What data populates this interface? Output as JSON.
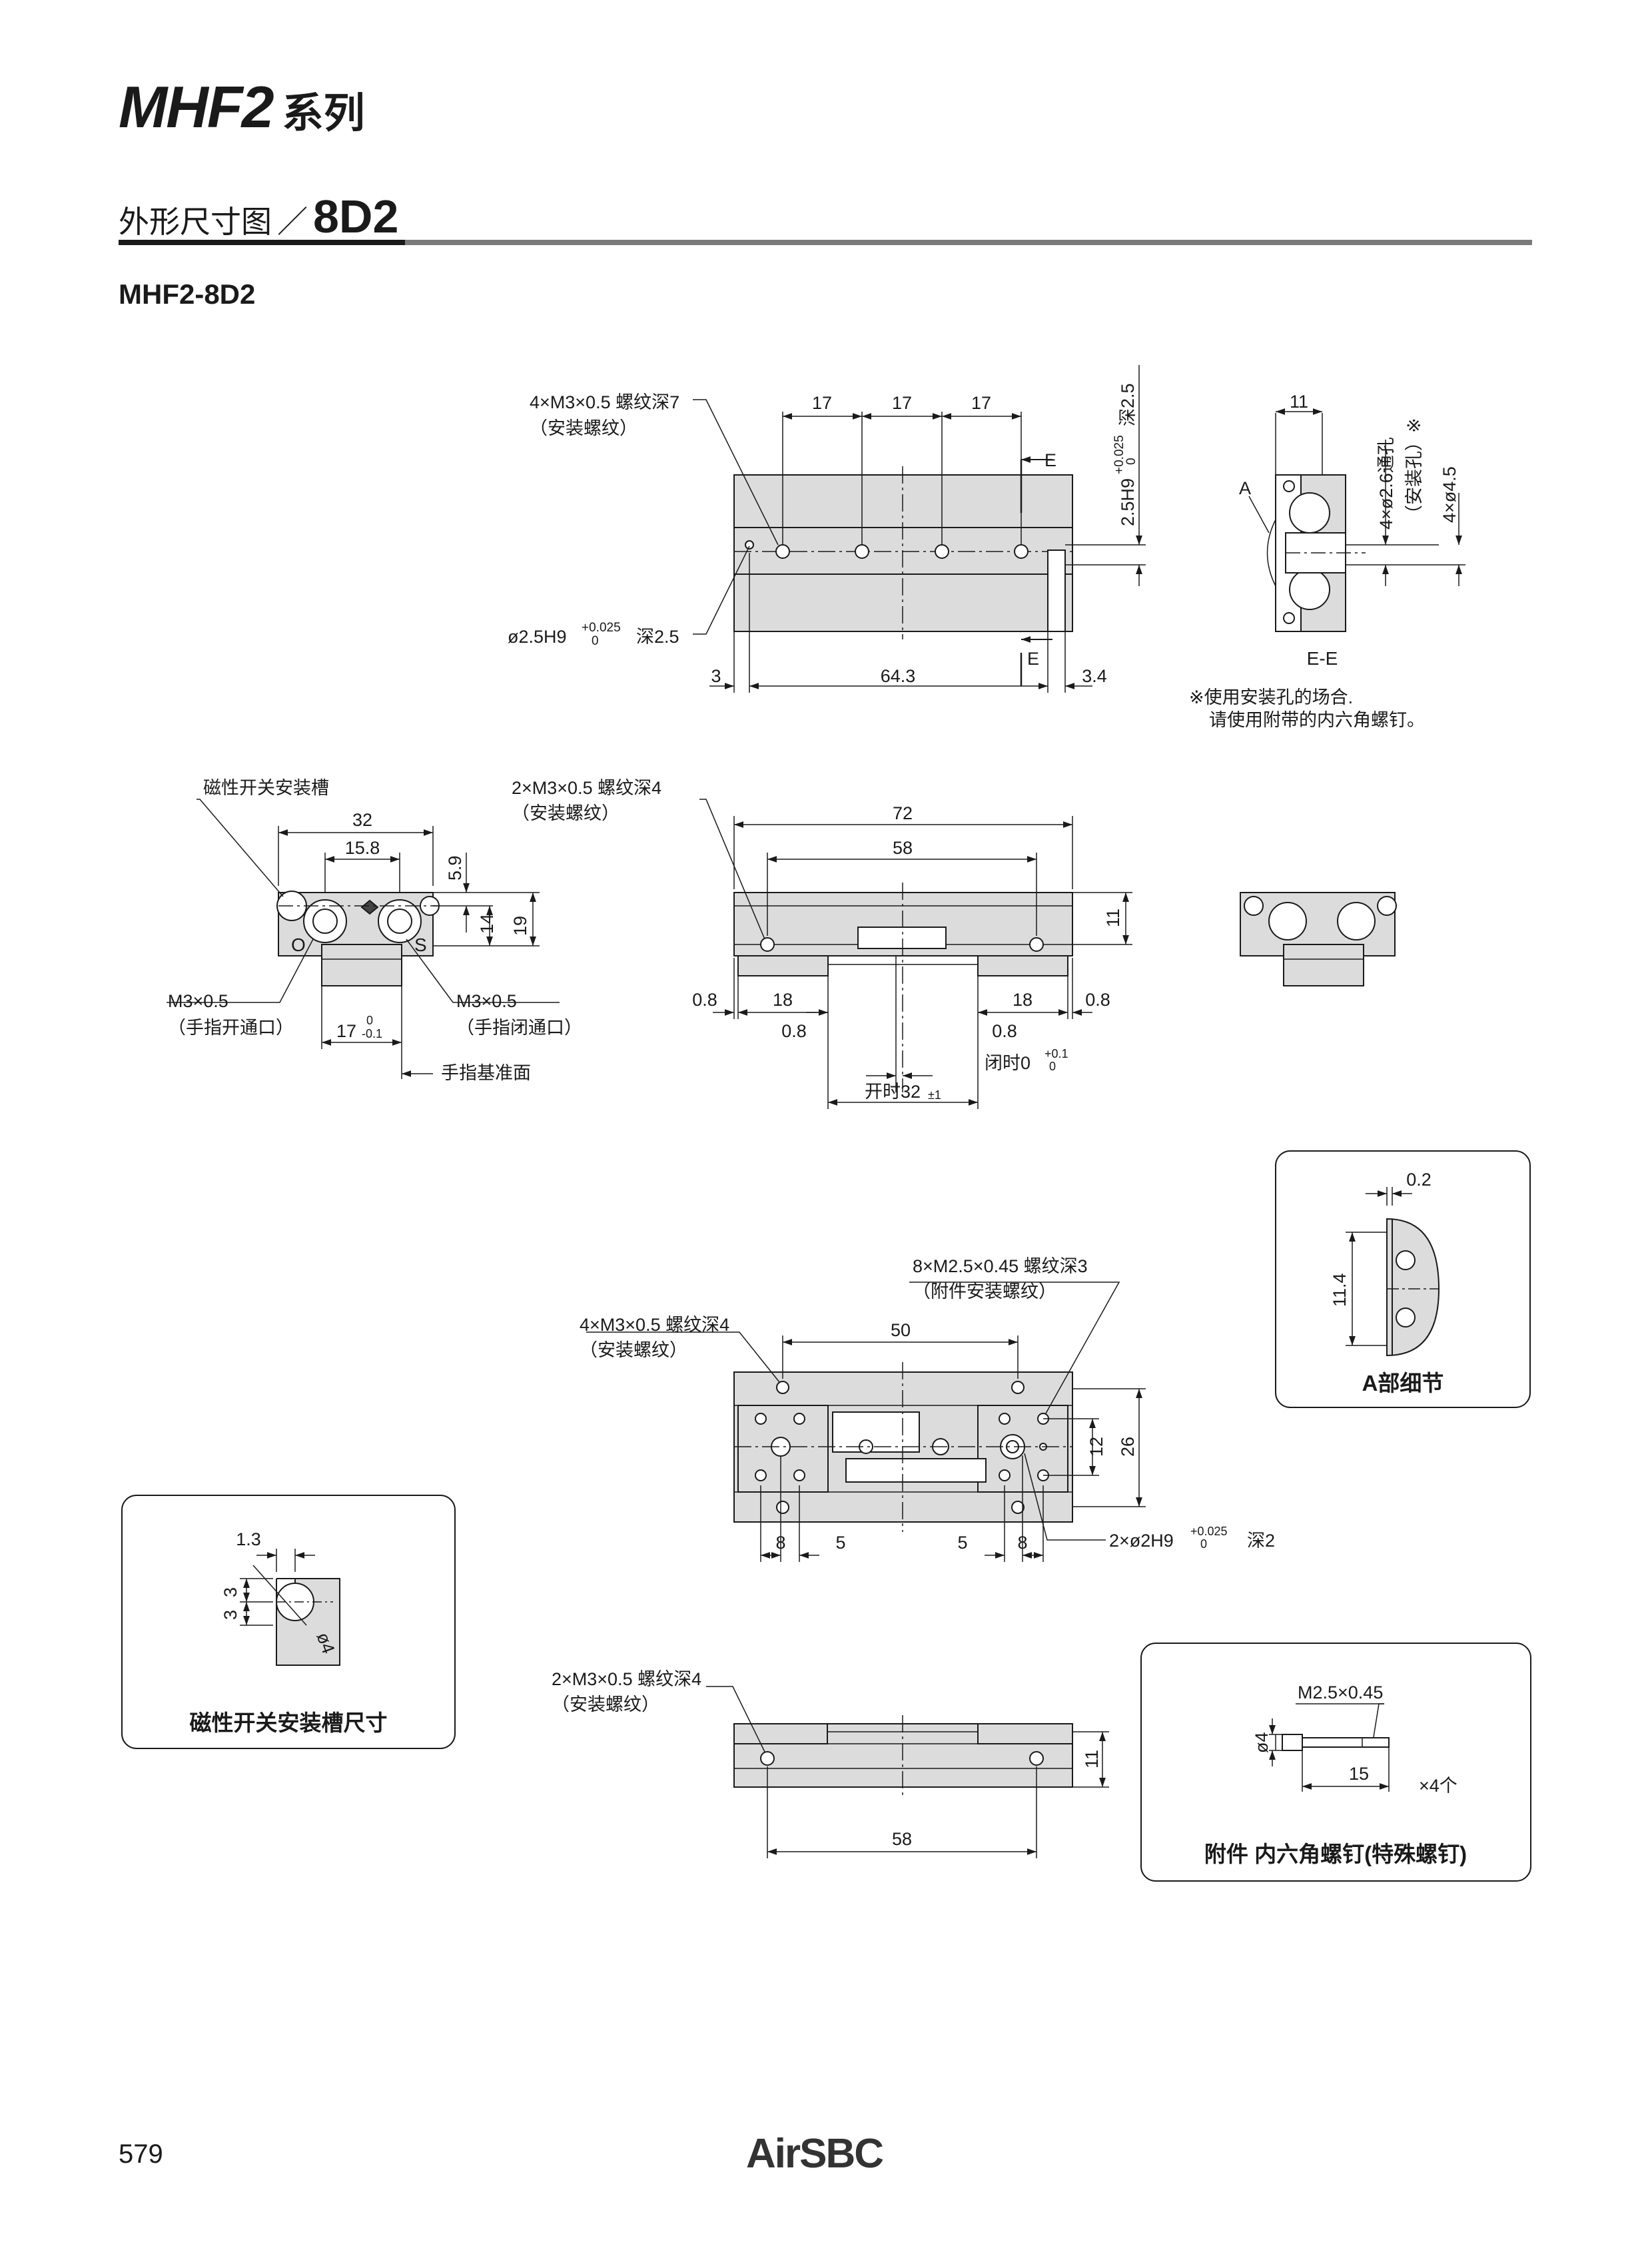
{
  "header": {
    "series_model": "MHF2",
    "series_suffix": "系列",
    "section_label": "外形尺寸图",
    "section_code": "8D2",
    "model": "MHF2-8D2"
  },
  "views": {
    "top": {
      "callout_thread": "4×M3×0.5 螺纹深7",
      "callout_thread_note": "（安装螺纹）",
      "pitch_1": "17",
      "pitch_2": "17",
      "pitch_3": "17",
      "section_mark_top": "E",
      "section_mark_bottom": "E",
      "pin_hole_right": "2.5H9",
      "pin_hole_right_depth": "深2.5",
      "pin_hole_left": "ø2.5H9",
      "pin_hole_left_depth": "深2.5",
      "tol_plus": "+0.025",
      "tol_zero": "0",
      "dim_left": "3",
      "dim_center": "64.3",
      "dim_right": "3.4"
    },
    "section_ee": {
      "dim_width": "11",
      "label_a": "A",
      "through_hole": "4×ø2.6通孔",
      "through_hole_note": "（安装孔）※",
      "counterbore": "4×ø4.5",
      "caption": "E-E",
      "note_line1": "※使用安装孔的场合.",
      "note_line2": "请使用附带的内六角螺钉。"
    },
    "end_left": {
      "slot_label": "磁性开关安装槽",
      "dim_32": "32",
      "dim_15_8": "15.8",
      "dim_5_9": "5.9",
      "dim_14": "14",
      "dim_19": "19",
      "port_letter_open": "O",
      "port_letter_close": "S",
      "port_open": "M3×0.5",
      "port_open_note": "（手指开通口）",
      "port_close": "M3×0.5",
      "port_close_note": "（手指闭通口）",
      "dim_17": "17",
      "tol_17_upper": "0",
      "tol_17_lower": "-0.1",
      "finger_datum": "手指基准面"
    },
    "front": {
      "callout_thread": "2×M3×0.5 螺纹深4",
      "callout_thread_note": "（安装螺纹）",
      "dim_72": "72",
      "dim_58": "58",
      "dim_11": "11",
      "dim_0_8_a": "0.8",
      "dim_18_a": "18",
      "dim_18_b": "18",
      "dim_0_8_b": "0.8",
      "dim_0_8_c": "0.8",
      "dim_0_8_d": "0.8",
      "closed_label": "闭时0",
      "closed_tol_plus": "+0.1",
      "closed_tol_zero": "0",
      "open_label": "开时32",
      "open_tol": "±1"
    },
    "detail_a": {
      "dim_0_2": "0.2",
      "dim_11_4": "11.4",
      "caption": "A部细节"
    },
    "bottom": {
      "callout_m25": "8×M2.5×0.45 螺纹深3",
      "callout_m25_note": "（附件安装螺纹）",
      "callout_m3": "4×M3×0.5 螺纹深4",
      "callout_m3_note": "（安装螺纹）",
      "dim_50": "50",
      "dim_12": "12",
      "dim_26": "26",
      "dim_8_left": "8",
      "dim_5_left": "5",
      "dim_5_right": "5",
      "dim_8_right": "8",
      "pin_hole": "2×ø2H9",
      "pin_tol_plus": "+0.025",
      "pin_tol_zero": "0",
      "pin_depth": "深2"
    },
    "slot_detail": {
      "dim_1_3": "1.3",
      "dim_3_a": "3",
      "dim_3_b": "3",
      "dim_dia4": "ø4",
      "caption": "磁性开关安装槽尺寸"
    },
    "side": {
      "callout_thread": "2×M3×0.5 螺纹深4",
      "callout_thread_note": "（安装螺纹）",
      "dim_11": "11",
      "dim_58": "58"
    },
    "screw": {
      "thread": "M2.5×0.45",
      "dia": "ø4",
      "length": "15",
      "quantity": "×4个",
      "caption": "附件 内六角螺钉(特殊螺钉)"
    }
  },
  "footer": {
    "page_number": "579",
    "brand": "AirSBC"
  }
}
